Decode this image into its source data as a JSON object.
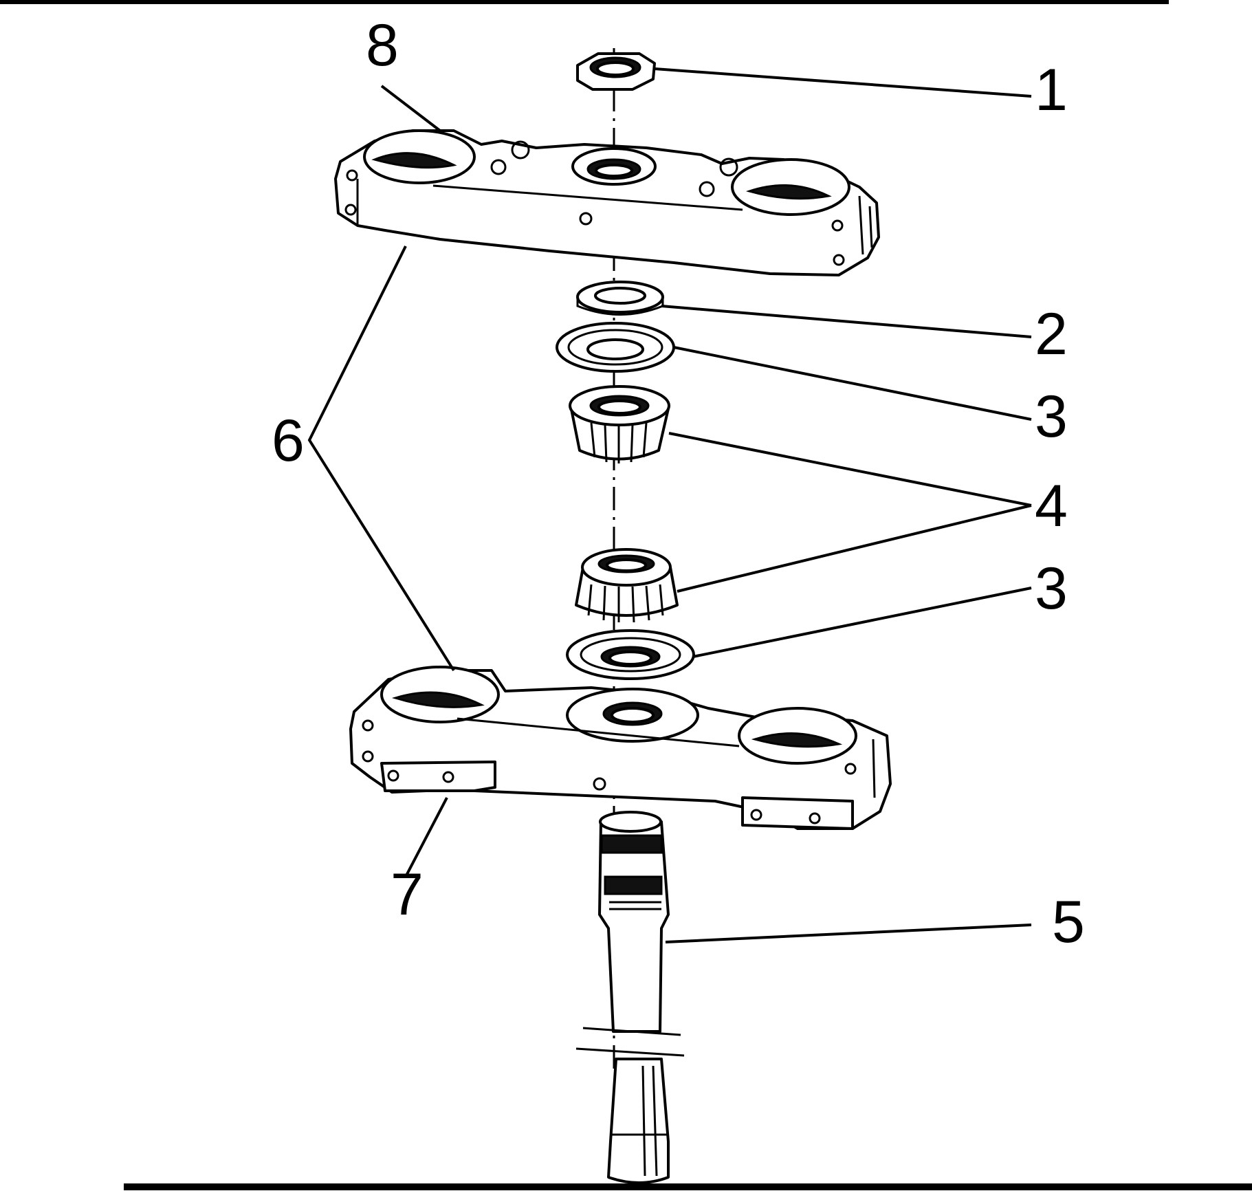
{
  "figure": {
    "callouts": [
      "1",
      "2",
      "3",
      "3",
      "4",
      "5",
      "6",
      "7",
      "8"
    ]
  }
}
